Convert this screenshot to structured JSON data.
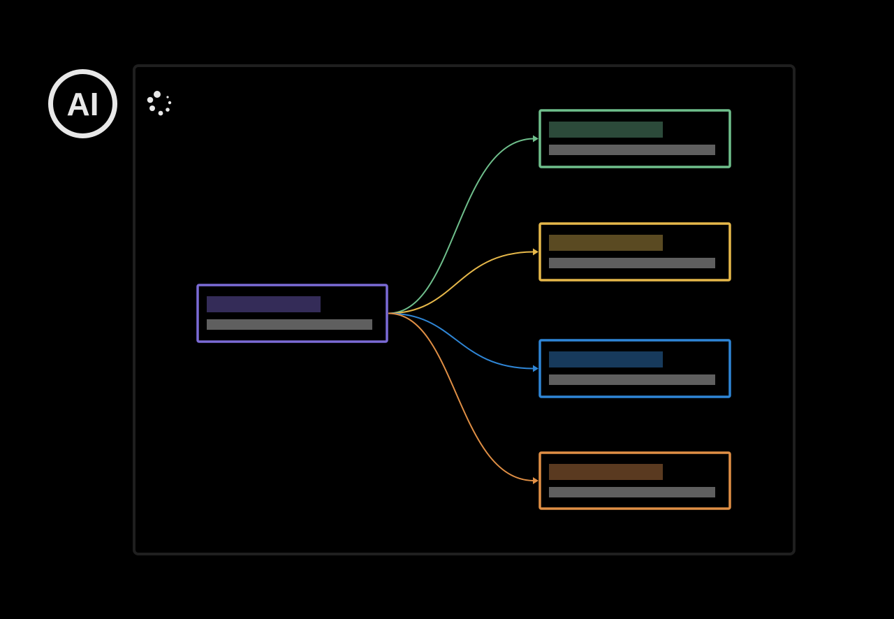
{
  "badge": {
    "label": "AI",
    "icon": "ai-badge-icon"
  },
  "status": {
    "icon": "loading-spinner-icon",
    "state": "loading"
  },
  "colors": {
    "background": "#000000",
    "frame": "#1f1f1f",
    "placeholder_text": "#5f5f5f",
    "root": "#7b6bd6",
    "green": "#6fbf8c",
    "yellow": "#e6b84a",
    "blue": "#2f86d6",
    "orange": "#e08f45"
  },
  "diagram": {
    "root": {
      "id": "root",
      "color": "#7b6bd6",
      "title_fill": "#342c58"
    },
    "children": [
      {
        "id": "child-1",
        "color": "#6fbf8c",
        "title_fill": "#2c4a3a"
      },
      {
        "id": "child-2",
        "color": "#e6b84a",
        "title_fill": "#5a4a22"
      },
      {
        "id": "child-3",
        "color": "#2f86d6",
        "title_fill": "#173a5c"
      },
      {
        "id": "child-4",
        "color": "#e08f45",
        "title_fill": "#5a3a20"
      }
    ]
  }
}
